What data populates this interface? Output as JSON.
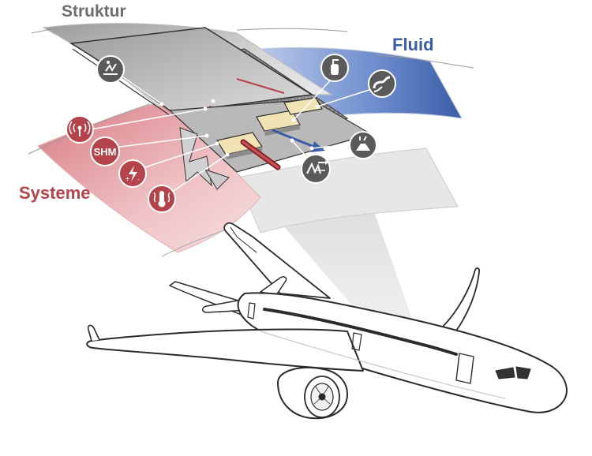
{
  "labels": {
    "structure": "Struktur",
    "fluid": "Fluid",
    "systems": "Systeme",
    "shm": "SHM"
  },
  "colors": {
    "structure_text": "#6d6d6d",
    "fluid_blue": "#3a5da8",
    "systems_red": "#b5434b",
    "systems_panel": "#e7a3a8",
    "icon_gray": "#5a5a5a",
    "heater_cream": "#f1e3b4",
    "outline": "#2b2b2b"
  },
  "icons": {
    "structure": [
      "impact-damage-icon"
    ],
    "fluid": [
      "extinguisher-icon",
      "flow-curve-icon"
    ],
    "systems": [
      "antenna-icon",
      "shm-icon",
      "lightning-icon",
      "temperature-icon"
    ],
    "right": [
      "deicing-icon",
      "heat-exchange-icon"
    ]
  }
}
